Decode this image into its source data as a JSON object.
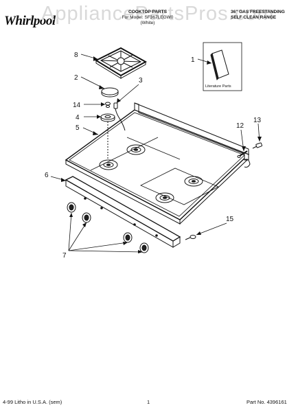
{
  "header": {
    "brand": "Whirlpool",
    "watermark": "AppliancePartsPros.com",
    "title": "COOKTOP PARTS",
    "model": "For Model: SF367LEGW0",
    "color": "(White)",
    "range_type": "36\" GAS FREESTANDING",
    "range_sub": "SELF CLEAN RANGE"
  },
  "callouts": {
    "c1": "1",
    "c2": "2",
    "c3": "3",
    "c4": "4",
    "c5": "5",
    "c6": "6",
    "c7": "7",
    "c8": "8",
    "c12": "12",
    "c13": "13",
    "c14": "14",
    "c15": "15"
  },
  "literature_label": "Literature Parts",
  "footer": {
    "left": "4-99 Litho in U.S.A. (sem)",
    "center": "1",
    "right": "Part No. 4396161"
  }
}
